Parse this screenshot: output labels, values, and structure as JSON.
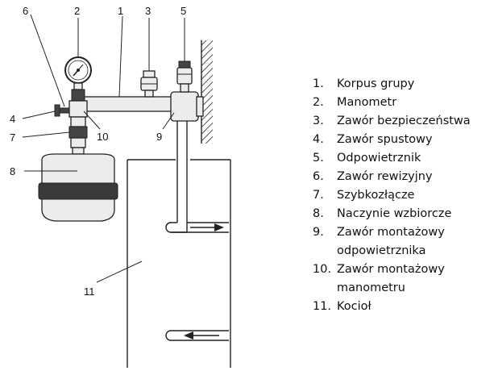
{
  "callouts": [
    "1",
    "2",
    "3",
    "4",
    "5",
    "6",
    "7",
    "8",
    "9",
    "10",
    "11"
  ],
  "legend": [
    {
      "num": "1.",
      "text": "Korpus grupy"
    },
    {
      "num": "2.",
      "text": "Manometr"
    },
    {
      "num": "3.",
      "text": "Zawór bezpieczeństwa"
    },
    {
      "num": "4.",
      "text": "Zawór spustowy"
    },
    {
      "num": "5.",
      "text": "Odpowietrznik"
    },
    {
      "num": "6.",
      "text": "Zawór rewizyjny"
    },
    {
      "num": "7.",
      "text": "Szybkozłącze"
    },
    {
      "num": "8.",
      "text": "Naczynie wzbiorcze"
    },
    {
      "num": "9.",
      "text": "Zawór montażowy odpowietrznika"
    },
    {
      "num": "10.",
      "text": "Zawór montażowy manometru"
    },
    {
      "num": "11.",
      "text": "Kocioł"
    }
  ]
}
